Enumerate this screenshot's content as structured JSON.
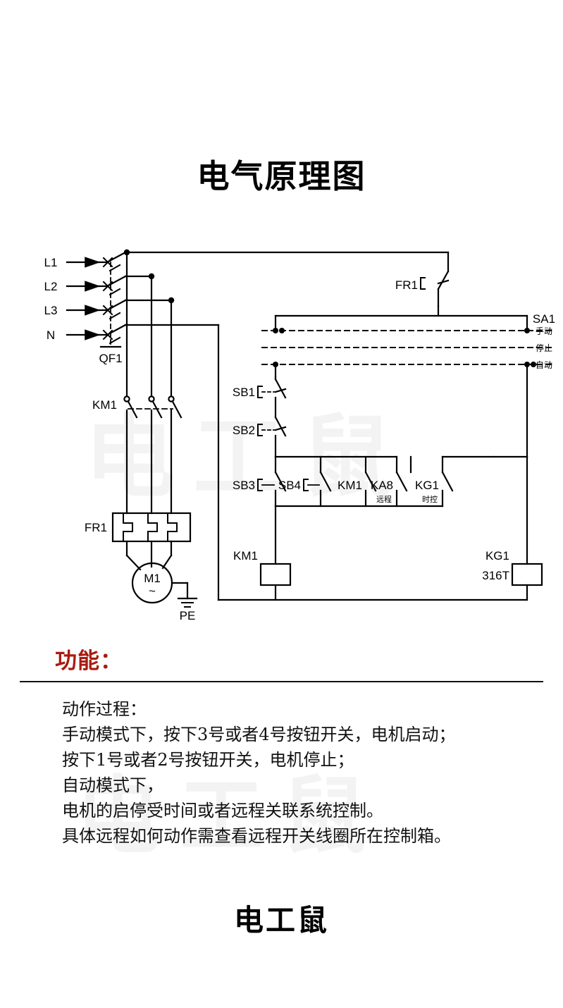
{
  "title": "电气原理图",
  "schematic": {
    "supply_labels": [
      "L1",
      "L2",
      "L3",
      "N"
    ],
    "breaker": {
      "tag": "QF1"
    },
    "contactor_main": {
      "tag": "KM1"
    },
    "overload_power": {
      "tag": "FR1"
    },
    "motor": {
      "tag": "M1",
      "type_symbol": "~"
    },
    "earth": {
      "tag": "PE"
    },
    "overload_control": {
      "tag": "FR1"
    },
    "selector": {
      "tag": "SA1",
      "positions": [
        "手动",
        "停止",
        "自动"
      ]
    },
    "stop_buttons": [
      {
        "tag": "SB1"
      },
      {
        "tag": "SB2"
      }
    ],
    "start_branches": [
      {
        "tag": "SB3",
        "note": ""
      },
      {
        "tag": "SB4",
        "note": ""
      },
      {
        "tag": "KM1",
        "note": ""
      },
      {
        "tag": "KA8",
        "note": "远程"
      },
      {
        "tag": "KG1",
        "note": "时控"
      }
    ],
    "coils": [
      {
        "tag": "KM1",
        "model": ""
      },
      {
        "tag": "KG1",
        "model": "316T"
      }
    ]
  },
  "function": {
    "heading": "功能：",
    "heading_color": "#a81c10",
    "lines": [
      "动作过程：",
      "手动模式下，按下3号或者4号按钮开关，电机启动；",
      "按下1号或者2号按钮开关，电机停止；",
      "自动模式下，",
      "电机的启停受时间或者远程关联系统控制。",
      "具体远程如何动作需查看远程开关线圈所在控制箱。"
    ]
  },
  "footer": {
    "brand": "电工鼠"
  },
  "watermark": {
    "text": "电工鼠"
  }
}
